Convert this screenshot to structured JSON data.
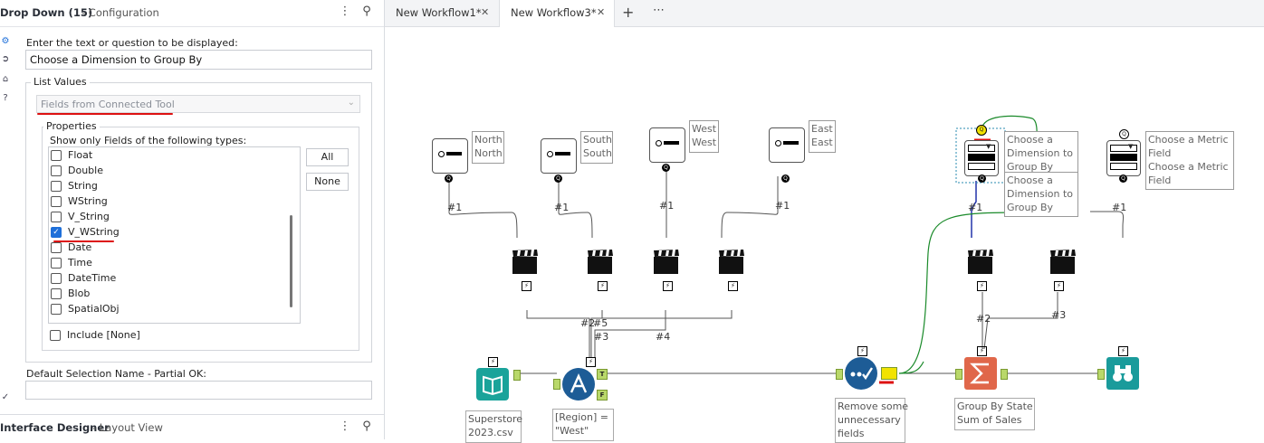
{
  "config": {
    "title": "Drop Down (15)",
    "subtitle": "- Configuration",
    "prompt_label": "Enter the text or question to be displayed:",
    "prompt_value": "Choose a Dimension to Group By",
    "list_values_label": "List Values",
    "list_source": "Fields from Connected Tool",
    "properties_label": "Properties",
    "show_only_label": "Show only Fields of the following types:",
    "field_types": [
      {
        "label": "Float",
        "checked": false
      },
      {
        "label": "Double",
        "checked": false
      },
      {
        "label": "String",
        "checked": false
      },
      {
        "label": "WString",
        "checked": false
      },
      {
        "label": "V_String",
        "checked": false
      },
      {
        "label": "V_WString",
        "checked": true
      },
      {
        "label": "Date",
        "checked": false
      },
      {
        "label": "Time",
        "checked": false
      },
      {
        "label": "DateTime",
        "checked": false
      },
      {
        "label": "Blob",
        "checked": false
      },
      {
        "label": "SpatialObj",
        "checked": false
      }
    ],
    "all_label": "All",
    "none_label": "None",
    "include_none_label": "Include [None]",
    "default_selection_label": "Default Selection Name - Partial OK:",
    "default_selection_value": ""
  },
  "interface_designer": {
    "title": "Interface Designer",
    "subtitle": "- Layout View"
  },
  "tabs": [
    {
      "label": "New Workflow1*"
    },
    {
      "label": "New Workflow3*"
    }
  ],
  "canvas": {
    "annotations": {
      "north": "North\nNorth",
      "south": "South\nSouth",
      "west": "West\nWest",
      "east": "East\nEast",
      "dim1": "Choose a\nDimension to\nGroup By",
      "dim2": "Choose a\nDimension to\nGroup By",
      "metric": "Choose a Metric\nField\nChoose a Metric\nField"
    },
    "connector_labels": [
      "#1",
      "#1",
      "#1",
      "#1",
      "#1",
      "#1",
      "#2",
      "#5",
      "#3",
      "#4",
      "#2",
      "#3"
    ],
    "captions": {
      "input": "Superstore\n2023.csv",
      "filter": "[Region] =\n\"West\"",
      "select": "Remove some\nunnecessary\nfields",
      "summarize": "Group By State\nSum of Sales"
    },
    "filter_true": "T",
    "filter_false": "F"
  },
  "colors": {
    "accent_blue": "#1e6fd9",
    "filter_blue": "#1d5c96",
    "input_teal": "#1aa39a",
    "summarize_orange": "#e0674a",
    "browse_teal": "#1a9b9b",
    "highlight_red": "#dd1111",
    "connector_green": "#1a8a2a"
  }
}
